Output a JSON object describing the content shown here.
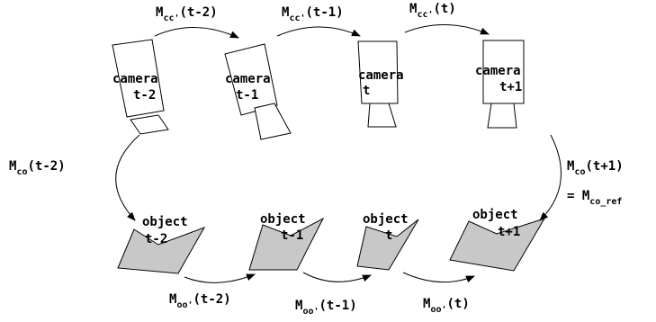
{
  "colors": {
    "object_fill": "#c8c8c8",
    "stroke": "#000000",
    "background": "#ffffff"
  },
  "cameras": [
    {
      "line1": "camera",
      "line2": "t-2"
    },
    {
      "line1": "camera",
      "line2": "t-1"
    },
    {
      "line1": "camera",
      "line2": "t"
    },
    {
      "line1": "camera",
      "line2": "t+1"
    }
  ],
  "objects": [
    {
      "line1": "object",
      "line2": "t-2"
    },
    {
      "line1": "object",
      "line2": "t-1"
    },
    {
      "line1": "object",
      "line2": "t"
    },
    {
      "line1": "object",
      "line2": "t+1"
    }
  ],
  "top_labels": [
    {
      "main": "M",
      "sub": "cc'",
      "arg": "(t-2)"
    },
    {
      "main": "M",
      "sub": "cc'",
      "arg": "(t-1)"
    },
    {
      "main": "M",
      "sub": "cc'",
      "arg": "(t)"
    }
  ],
  "bottom_labels": [
    {
      "main": "M",
      "sub": "oo'",
      "arg": "(t-2)"
    },
    {
      "main": "M",
      "sub": "oo'",
      "arg": "(t-1)"
    },
    {
      "main": "M",
      "sub": "oo'",
      "arg": "(t)"
    }
  ],
  "left_label": {
    "main": "M",
    "sub": "co",
    "arg": "(t-2)"
  },
  "right_label": {
    "main": "M",
    "sub": "co",
    "arg": "(t+1)",
    "eq": "= M",
    "eq_sub": "co_ref"
  }
}
